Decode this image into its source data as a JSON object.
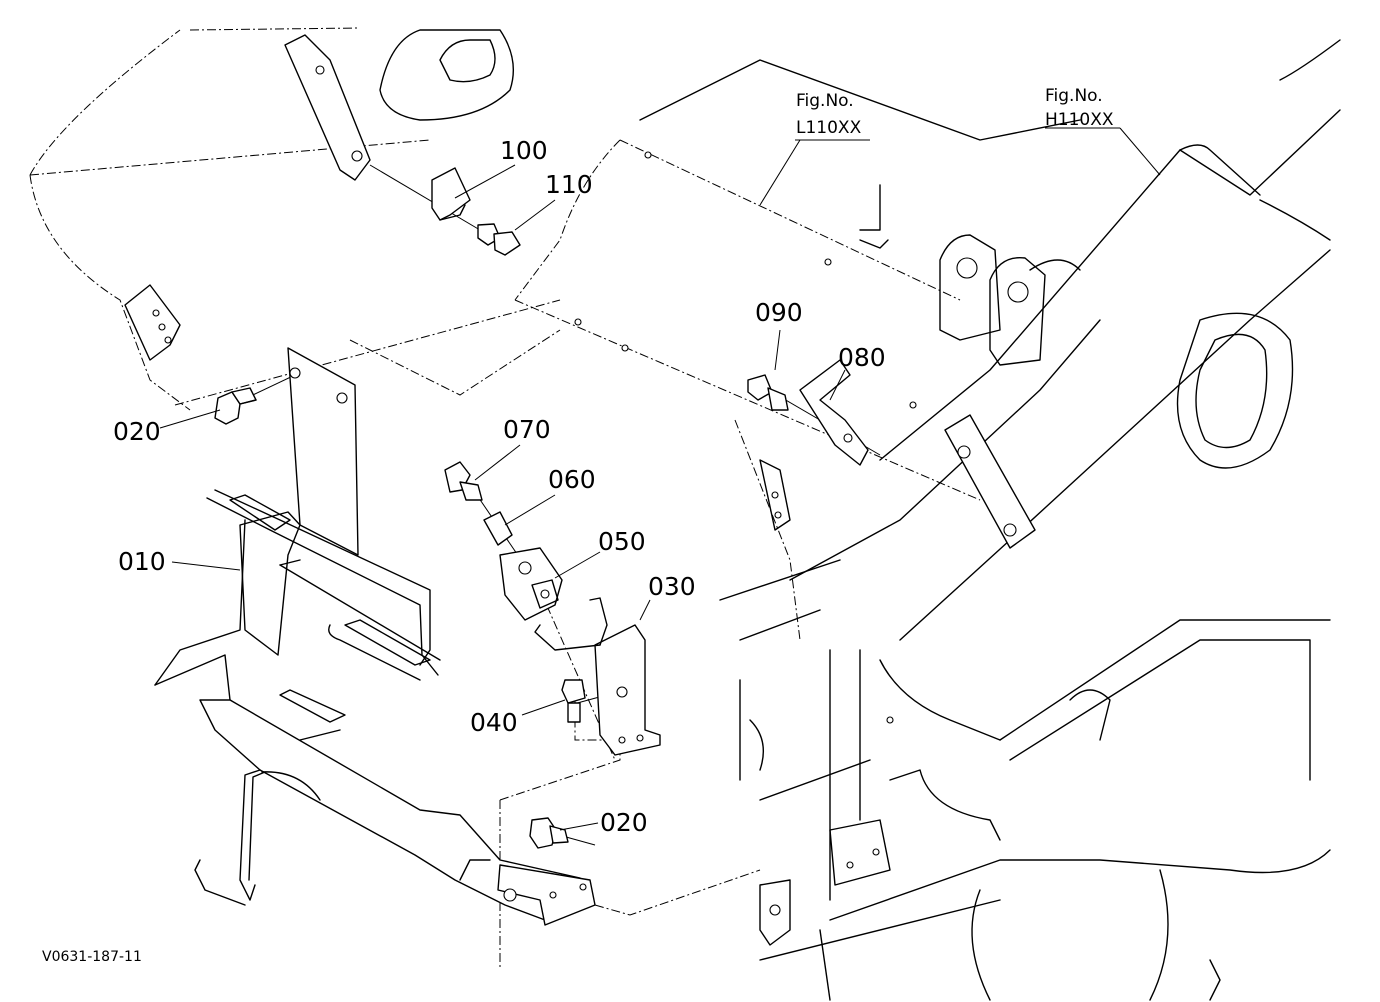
{
  "diagram": {
    "labels": {
      "p010": "010",
      "p020a": "020",
      "p020b": "020",
      "p030": "030",
      "p040": "040",
      "p050": "050",
      "p060": "060",
      "p070": "070",
      "p080": "080",
      "p090": "090",
      "p100": "100",
      "p110": "110"
    },
    "fig_l": {
      "title": "Fig.No.",
      "number": "L110XX"
    },
    "fig_h": {
      "title": "Fig.No.",
      "number": "H110XX"
    },
    "drawing_code": "V0631-187-11"
  }
}
